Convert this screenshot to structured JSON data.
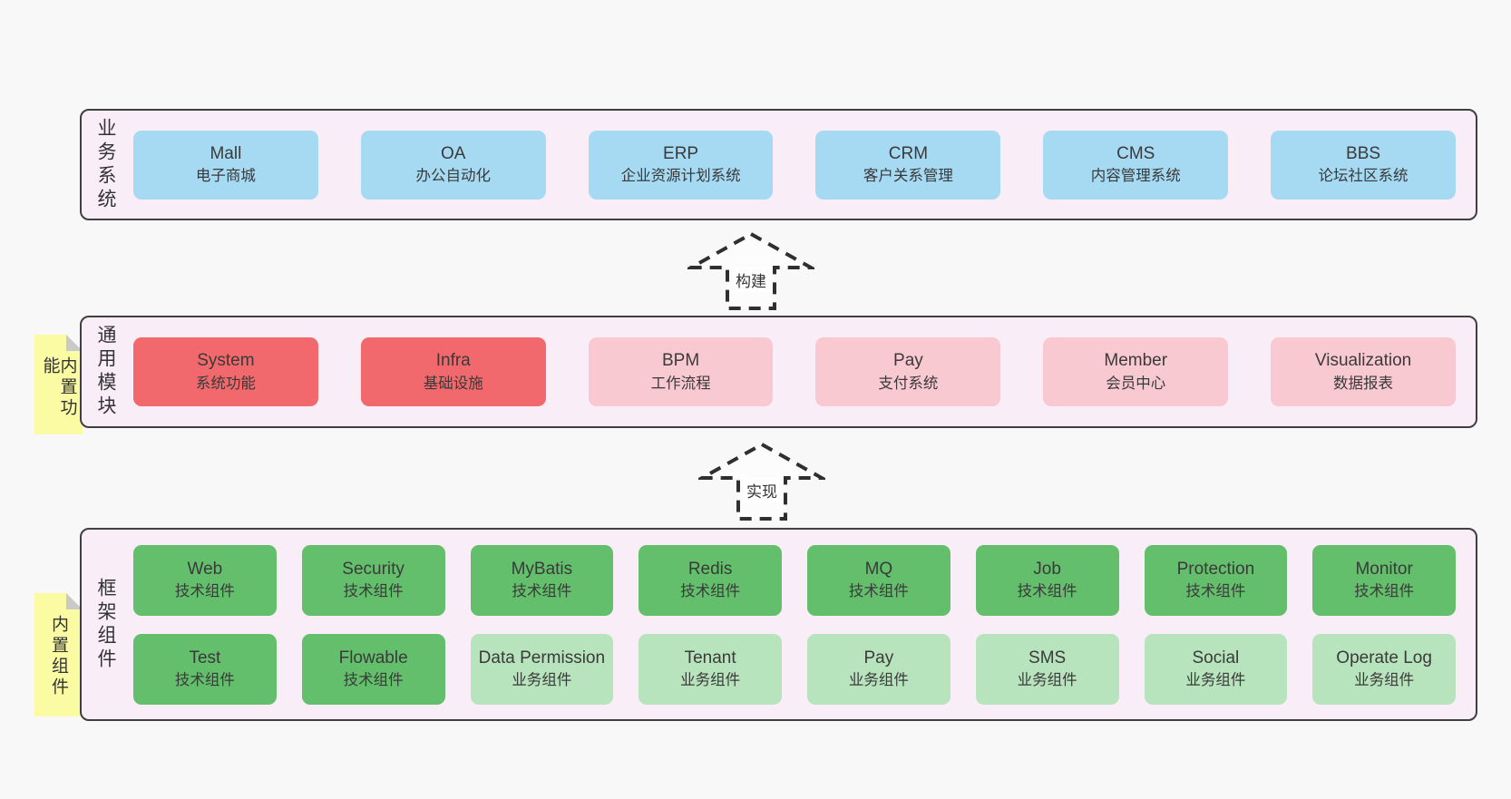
{
  "colors": {
    "page_bg": "#f8f8f8",
    "layer_bg": "#f9edf7",
    "border": "#3f3f3f",
    "blue_box": "#a6d9f2",
    "red_box": "#f1696c",
    "pink_box": "#f9c9d2",
    "green_box": "#63bf6b",
    "light_green_box": "#b7e4bc",
    "note_yellow": "#fbfba4",
    "text": "#3a3a3a"
  },
  "arrows": [
    {
      "label": "构建"
    },
    {
      "label": "实现"
    }
  ],
  "layers": [
    {
      "label": "业务系统",
      "boxes": [
        {
          "en": "Mall",
          "zh": "电子商城",
          "type": "blue"
        },
        {
          "en": "OA",
          "zh": "办公自动化",
          "type": "blue"
        },
        {
          "en": "ERP",
          "zh": "企业资源计划系统",
          "type": "blue"
        },
        {
          "en": "CRM",
          "zh": "客户关系管理",
          "type": "blue"
        },
        {
          "en": "CMS",
          "zh": "内容管理系统",
          "type": "blue"
        },
        {
          "en": "BBS",
          "zh": "论坛社区系统",
          "type": "blue"
        }
      ]
    },
    {
      "label": "通用模块",
      "note": "内置功能",
      "boxes": [
        {
          "en": "System",
          "zh": "系统功能",
          "type": "red"
        },
        {
          "en": "Infra",
          "zh": "基础设施",
          "type": "red"
        },
        {
          "en": "BPM",
          "zh": "工作流程",
          "type": "pink"
        },
        {
          "en": "Pay",
          "zh": "支付系统",
          "type": "pink"
        },
        {
          "en": "Member",
          "zh": "会员中心",
          "type": "pink"
        },
        {
          "en": "Visualization",
          "zh": "数据报表",
          "type": "pink"
        }
      ]
    },
    {
      "label": "框架组件",
      "note": "内置组件",
      "rows": [
        {
          "boxes": [
            {
              "en": "Web",
              "zh": "技术组件",
              "type": "green"
            },
            {
              "en": "Security",
              "zh": "技术组件",
              "type": "green"
            },
            {
              "en": "MyBatis",
              "zh": "技术组件",
              "type": "green"
            },
            {
              "en": "Redis",
              "zh": "技术组件",
              "type": "green"
            },
            {
              "en": "MQ",
              "zh": "技术组件",
              "type": "green"
            },
            {
              "en": "Job",
              "zh": "技术组件",
              "type": "green"
            },
            {
              "en": "Protection",
              "zh": "技术组件",
              "type": "green"
            },
            {
              "en": "Monitor",
              "zh": "技术组件",
              "type": "green"
            }
          ]
        },
        {
          "boxes": [
            {
              "en": "Test",
              "zh": "技术组件",
              "type": "green"
            },
            {
              "en": "Flowable",
              "zh": "技术组件",
              "type": "green"
            },
            {
              "en": "Data Permission",
              "zh": "业务组件",
              "type": "lightgreen"
            },
            {
              "en": "Tenant",
              "zh": "业务组件",
              "type": "lightgreen"
            },
            {
              "en": "Pay",
              "zh": "业务组件",
              "type": "lightgreen"
            },
            {
              "en": "SMS",
              "zh": "业务组件",
              "type": "lightgreen"
            },
            {
              "en": "Social",
              "zh": "业务组件",
              "type": "lightgreen"
            },
            {
              "en": "Operate Log",
              "zh": "业务组件",
              "type": "lightgreen"
            }
          ]
        }
      ]
    }
  ]
}
